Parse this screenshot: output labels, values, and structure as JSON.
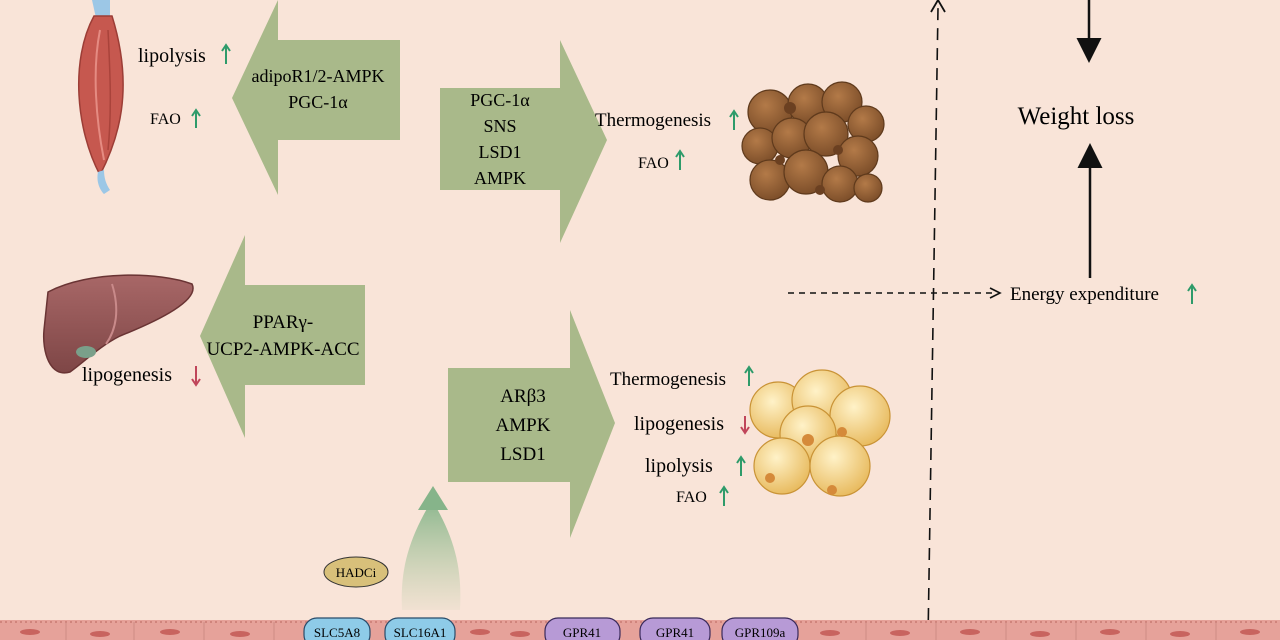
{
  "colors": {
    "background": "#f9e4d8",
    "arrow_fill": "#a9b98a",
    "up_arrow": "#2e9b6a",
    "down_arrow": "#c0455a",
    "muscle": "#c6584f",
    "tendon": "#9cc7e6",
    "liver": "#9c5a5a",
    "brown_fat": "#8a5a32",
    "white_fat": "#f1c871",
    "epithelium": "#e6a29a",
    "transporter_blue": "#8ecbe8",
    "receptor_purple": "#b79ad6",
    "hadci": "#d8c07a"
  },
  "muscle": {
    "lipolysis": "lipolysis",
    "fao": "FAO"
  },
  "muscle_arrow": {
    "line1": "adipoR1/2-AMPK",
    "line2": "PGC-1α"
  },
  "brown_arrow": {
    "lines": [
      "PGC-1α",
      "SNS",
      "LSD1",
      "AMPK"
    ]
  },
  "brown_fat": {
    "thermogenesis": "Thermogenesis",
    "fao": "FAO"
  },
  "liver": {
    "lipogenesis": "lipogenesis"
  },
  "liver_arrow": {
    "line1": "PPARγ-",
    "line2": "UCP2-AMPK-ACC"
  },
  "white_arrow": {
    "lines": [
      "ARβ3",
      "AMPK",
      "LSD1"
    ]
  },
  "white_fat": {
    "thermogenesis": "Thermogenesis",
    "lipogenesis": "lipogenesis",
    "lipolysis": "lipolysis",
    "fao": "FAO"
  },
  "right_panel": {
    "weight_loss": "Weight loss",
    "energy_expenditure": "Energy expenditure"
  },
  "gut": {
    "hadci": "HADCi",
    "transporters": [
      "SLC5A8",
      "SLC16A1"
    ],
    "receptors": [
      "GPR41",
      "GPR41",
      "GPR109a"
    ]
  }
}
